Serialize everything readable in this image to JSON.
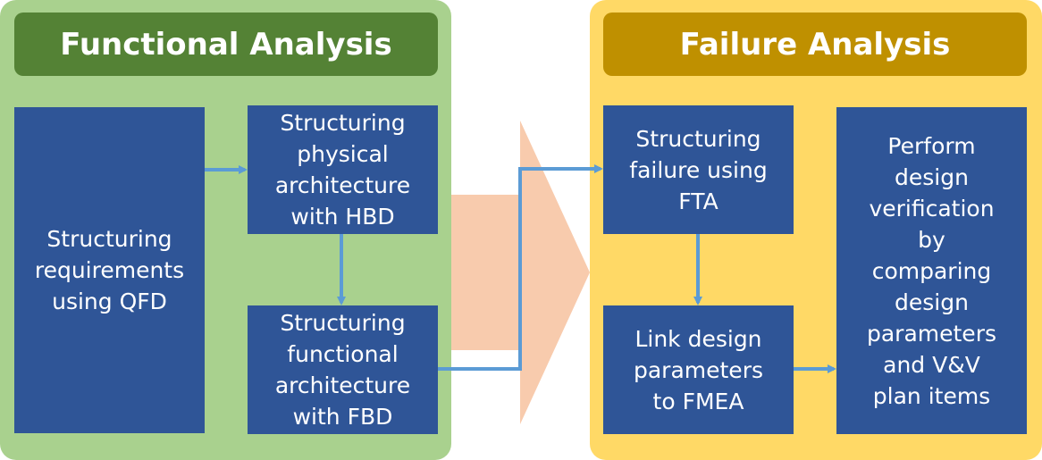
{
  "functional_analysis": {
    "title": "Functional Analysis",
    "boxes": {
      "qfd": "Structuring\nrequirements\nusing QFD",
      "hbd": "Structuring\nphysical\narchitecture\nwith HBD",
      "fbd": "Structuring\nfunctional\narchitecture\nwith FBD"
    }
  },
  "failure_analysis": {
    "title": "Failure Analysis",
    "boxes": {
      "fta": "Structuring\nfailure using\nFTA",
      "fmea": "Link design\nparameters\nto FMEA",
      "vv": "Perform\ndesign\nverification\nby\ncomparing\ndesign\nparameters\nand V&V\nplan items"
    }
  },
  "colors": {
    "functional_panel": "#a9d18e",
    "functional_header": "#548235",
    "failure_panel": "#ffd966",
    "failure_header": "#bf9000",
    "box": "#2f5597",
    "connector": "#5b9bd5",
    "big_arrow": "#f8cbad"
  }
}
